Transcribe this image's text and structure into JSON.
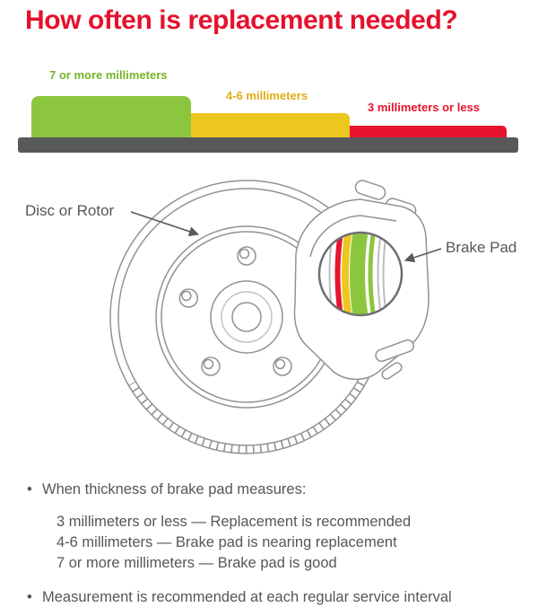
{
  "title": "How often is replacement needed?",
  "chart": {
    "bars": [
      {
        "label": "7 or more millimeters",
        "color": "#8cc63f",
        "label_color": "#76b42a"
      },
      {
        "label": "4-6 millimeters",
        "color": "#ecc71e",
        "label_color": "#dfae17"
      },
      {
        "label": "3 millimeters or less",
        "color": "#e8132e",
        "label_color": "#e8132e"
      }
    ],
    "base_color": "#58595b"
  },
  "diagram": {
    "disc_label": "Disc or Rotor",
    "pad_label": "Brake Pad"
  },
  "notes": {
    "intro": "When thickness of brake pad measures:",
    "items": [
      "3 millimeters or less — Replacement is recommended",
      "4-6 millimeters — Brake pad is nearing replacement",
      "7 or more millimeters — Brake pad is good"
    ],
    "footer": "Measurement is recommended at each regular service interval"
  },
  "colors": {
    "title_red": "#e5112d",
    "bar_green": "#8cc63f",
    "bar_yellow": "#ecc71e",
    "bar_red": "#e8132e",
    "base_gray": "#58595b",
    "line_gray": "#909295",
    "text_gray": "#55565a"
  }
}
